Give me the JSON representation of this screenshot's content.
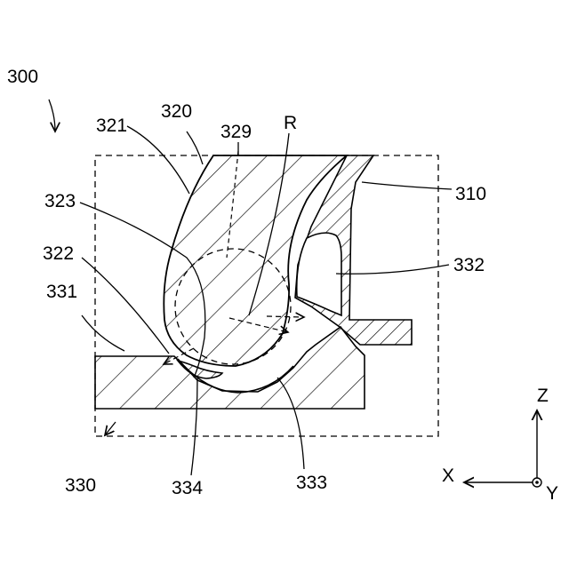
{
  "figure": {
    "labels": {
      "assembly": "300",
      "blade": "320",
      "blade_edge": "321",
      "blade_tip": "322",
      "blade_side": "323",
      "centerline": "329",
      "radius": "R",
      "hub": "310",
      "base": "330",
      "base_top": "331",
      "groove": "332",
      "fillet": "333",
      "filler": "334"
    },
    "axes": {
      "z": "Z",
      "x": "X",
      "y": "Y"
    }
  }
}
